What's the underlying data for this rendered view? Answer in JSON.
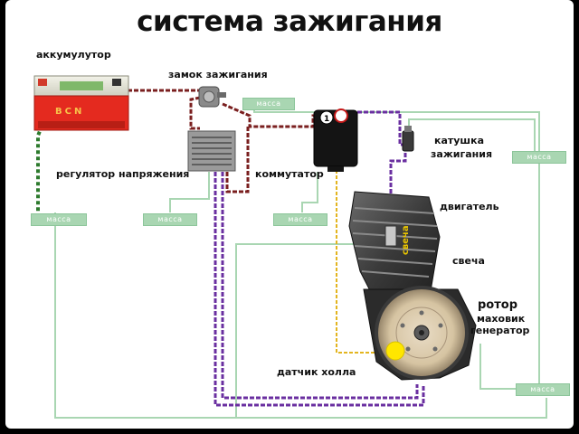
{
  "title": "система зажигания",
  "labels": {
    "battery": "аккумулутор",
    "battery_brand": "BCN",
    "ignition_lock": "замок зажигания",
    "voltage_regulator": "регулятор напряжения",
    "commutator": "коммутатор",
    "ignition_coil_line1": "катушка",
    "ignition_coil_line2": "зажигания",
    "engine": "двигатель",
    "spark_plug": "свеча",
    "spark_plug_wire": "свеча",
    "rotor_line1": "ротор",
    "rotor_line2": "маховик",
    "rotor_line3": "генератор",
    "hall_sensor": "датчик холла"
  },
  "ground_label": "масса",
  "wire_colors": {
    "dark_red": "#7a1f1f",
    "purple": "#6a2fa0",
    "yellow": "#e3b520",
    "green": "#2d7a2d",
    "ground": "#a9d6b2",
    "battery_red": "#e42a1f"
  }
}
